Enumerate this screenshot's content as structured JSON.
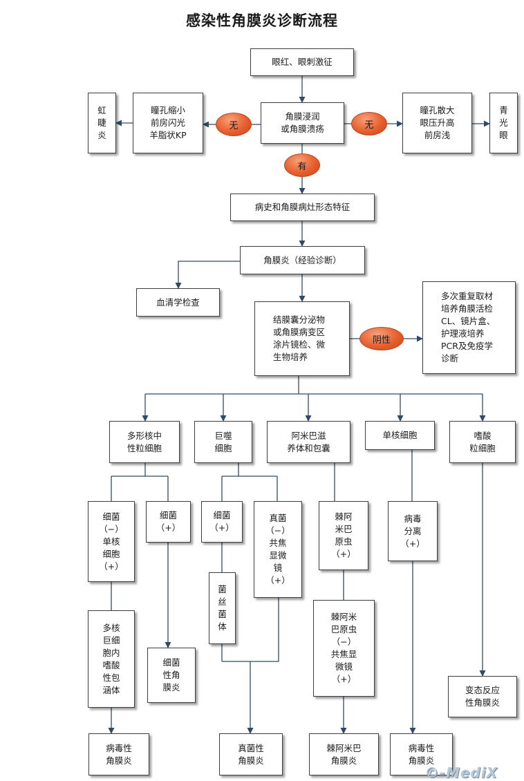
{
  "title": "感染性角膜炎诊断流程",
  "watermark": "©-MediX",
  "nodes": {
    "symptom": "眼红、眼刺激征",
    "infiltrate": "角膜浸润\n或角膜溃疡",
    "pupil_small": "瞳孔缩小\n前房闪光\n羊脂状KP",
    "iritis": "虹\n睫\n炎",
    "pupil_large": "瞳孔散大\n眼压升高\n前房浅",
    "glaucoma": "青\n光\n眼",
    "history": "病史和角膜病灶形态特征",
    "keratitis_emp": "角膜炎（经验诊断）",
    "serology": "血清学检查",
    "smear": "结膜囊分泌物\n或角膜病变区\n涂片镜检、微\n生物培养",
    "repeat": "多次重复取材\n培养角膜活检\nCL、镜片盒、\n护理液培养\nPCR及免疫学\n诊断",
    "pmn": "多形核中\n性粒细胞",
    "macrophage": "巨噬\n细胞",
    "amoeba": "阿米巴滋\n养体和包囊",
    "mono": "单核细胞",
    "eos": "嗜酸\n粒细胞",
    "bact_neg": "细菌\n（−）\n单核\n细胞\n（+）",
    "bact_pos1": "细菌\n（+）",
    "bact_pos2": "细菌\n（+）",
    "fungus": "真菌\n（−）\n共焦\n显微\n镜\n（+）",
    "acanth_pos": "棘阿\n米巴\n原虫\n（+）",
    "virus_iso": "病毒\n分离\n（+）",
    "hyphae": "菌\n丝\n菌\n体",
    "inclusion": "多核\n巨细\n胞内\n嗜酸\n性包\n涵体",
    "bact_ker": "细菌\n性角\n膜炎",
    "acanth_neg": "棘阿米\n巴原虫\n（−）\n共焦显\n微镜\n（+）",
    "allergic": "变态反应\n性角膜炎",
    "viral_ker1": "病毒性\n角膜炎",
    "fungal_ker": "真菌性\n角膜炎",
    "acanth_ker": "棘阿米巴\n角膜炎",
    "viral_ker2": "病毒性\n角膜炎"
  },
  "ovals": {
    "none_left": "无",
    "none_right": "无",
    "yes": "有",
    "negative": "阴性"
  },
  "colors": {
    "line": "#2e4a66",
    "oval": "#e85f2e",
    "box_border": "#3c3c3c"
  }
}
